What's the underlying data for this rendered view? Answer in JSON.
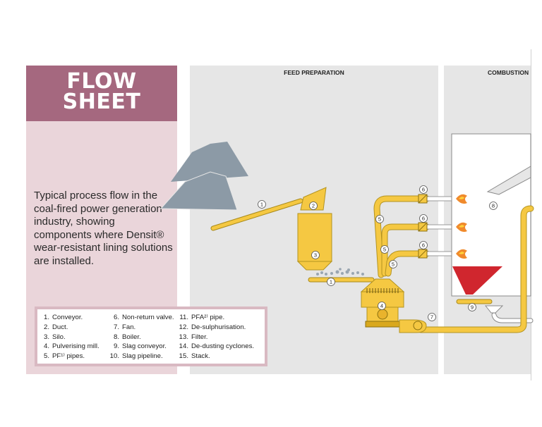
{
  "title": {
    "line1": "FLOW",
    "line2": "SHEET"
  },
  "intro_text": "Typical process flow in the coal-fired power generation industry, showing components where Densit® wear-resistant lining solutions are installed.",
  "sections": {
    "feed": "FEED PREPARATION",
    "combustion": "COMBUSTION"
  },
  "legend": [
    {
      "num": "1.",
      "label": "Conveyor."
    },
    {
      "num": "2.",
      "label": "Duct."
    },
    {
      "num": "3.",
      "label": "Silo."
    },
    {
      "num": "4.",
      "label": "Pulverising mill."
    },
    {
      "num": "5.",
      "label": "PF¹⁾ pipes."
    },
    {
      "num": "6.",
      "label": "Non-return valve."
    },
    {
      "num": "7.",
      "label": "Fan."
    },
    {
      "num": "8.",
      "label": "Boiler."
    },
    {
      "num": "9.",
      "label": "Slag conveyor."
    },
    {
      "num": "10.",
      "label": "Slag pipeline."
    },
    {
      "num": "11.",
      "label": "PFA²⁾ pipe."
    },
    {
      "num": "12.",
      "label": "De-sulphurisation."
    },
    {
      "num": "13.",
      "label": "Filter."
    },
    {
      "num": "14.",
      "label": "De-dusting cyclones."
    },
    {
      "num": "15.",
      "label": "Stack."
    }
  ],
  "markers": [
    "1",
    "2",
    "3",
    "1",
    "4",
    "5",
    "5",
    "5",
    "6",
    "6",
    "6",
    "7",
    "8",
    "9"
  ],
  "colors": {
    "title_bg": "#a5687f",
    "panel_bg": "#ead5da",
    "legend_border": "#d9b9c2",
    "section_bg": "#e6e6e6",
    "component_yellow": "#f5c842",
    "coal_grey": "#8c9aa6",
    "slag_red": "#d0262e",
    "flame_orange": "#f08a2c"
  }
}
